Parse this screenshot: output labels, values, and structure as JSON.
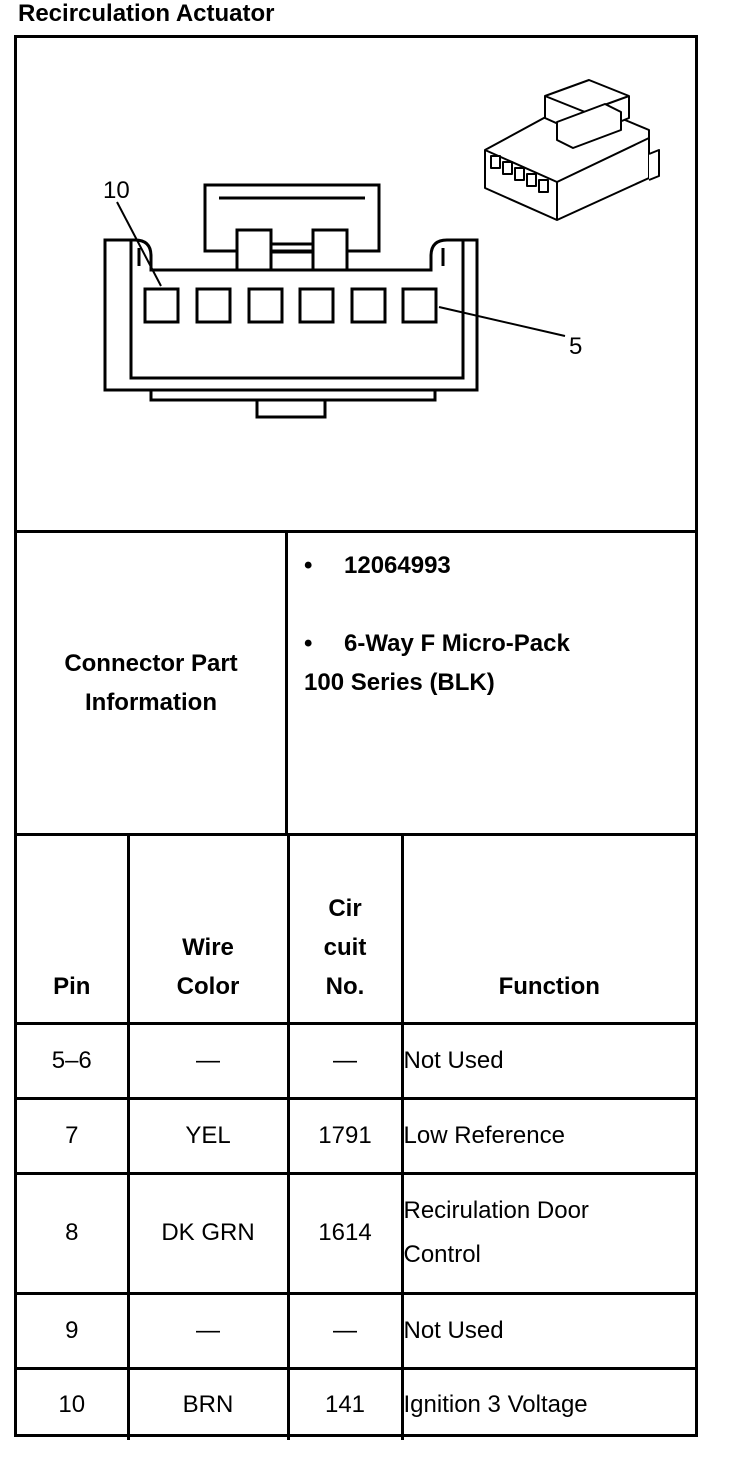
{
  "title": "Recirculation Actuator",
  "diagram": {
    "label_left_pin": "10",
    "label_right_pin": "5"
  },
  "connector_info": {
    "label_line1": "Connector Part",
    "label_line2": "Information",
    "part_number": "12064993",
    "description_line1": "6-Way F Micro-Pack",
    "description_line2": "100 Series (BLK)",
    "bullet": "•"
  },
  "table": {
    "headers": {
      "pin": "Pin",
      "wire_color_line1": "Wire",
      "wire_color_line2": "Color",
      "circuit_line1": "Cir",
      "circuit_line2": "cuit",
      "circuit_line3": "No.",
      "function": "Function"
    },
    "rows": [
      {
        "pin": "5–6",
        "wire_color": "—",
        "circuit": "—",
        "function_line1": "Not Used",
        "function_line2": ""
      },
      {
        "pin": "7",
        "wire_color": "YEL",
        "circuit": "1791",
        "function_line1": "Low Reference",
        "function_line2": ""
      },
      {
        "pin": "8",
        "wire_color": "DK GRN",
        "circuit": "1614",
        "function_line1": "Recirulation Door",
        "function_line2": "Control"
      },
      {
        "pin": "9",
        "wire_color": "—",
        "circuit": "—",
        "function_line1": "Not Used",
        "function_line2": ""
      },
      {
        "pin": "10",
        "wire_color": "BRN",
        "circuit": "141",
        "function_line1": "Ignition 3 Voltage",
        "function_line2": ""
      }
    ]
  }
}
